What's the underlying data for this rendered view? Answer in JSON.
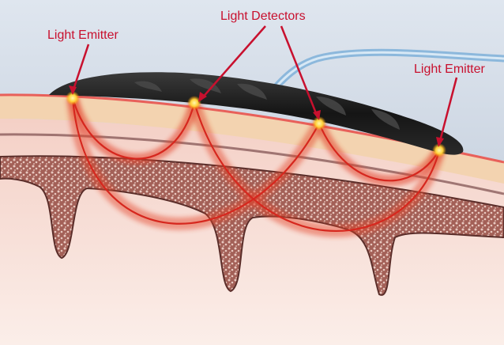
{
  "labels": {
    "emitter_left": "Light Emitter",
    "detectors": "Light Detectors",
    "emitter_right": "Light Emitter"
  },
  "colors": {
    "label_text": "#c8102e",
    "callout_line": "#c8102e",
    "light_path": "#e4412b",
    "sensor_pad": "#1c1c1c",
    "cable": "#8cb8dc",
    "skin_surface": "#f2c6a0",
    "tissue": "#f5d8d2",
    "bone_marrow": "#9c5a52",
    "background_sky": "#c9d4e2"
  },
  "icons": {
    "emitter_spots": "yellow-glow-dot",
    "detector_spots": "yellow-glow-dot"
  }
}
